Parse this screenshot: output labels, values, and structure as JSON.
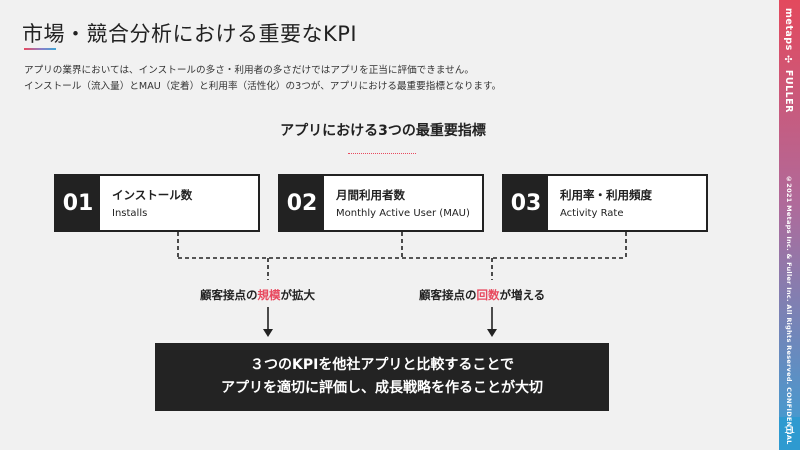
{
  "title": "市場・競合分析における重要なKPI",
  "description": [
    "アプリの業界においては、インストールの多さ・利用者の多さだけではアプリを正当に評価できません。",
    "インストール（流入量）とMAU（定着）と利用率（活性化）の3つが、アプリにおける最重要指標となります。"
  ],
  "subtitle": "アプリにおける3つの最重要指標",
  "kpis": [
    {
      "num": "01",
      "jp": "インストール数",
      "en": "Installs"
    },
    {
      "num": "02",
      "jp": "月間利用者数",
      "en": "Monthly Active User (MAU)"
    },
    {
      "num": "03",
      "jp": "利用率・利用頻度",
      "en": "Activity Rate"
    }
  ],
  "labels": {
    "left": {
      "pre": "顧客接点の",
      "hl": "規模",
      "post": "が拡大"
    },
    "right": {
      "pre": "顧客接点の",
      "hl": "回数",
      "post": "が増える"
    }
  },
  "result": {
    "line1": "３つのKPIを他社アプリと比較することで",
    "line2": "アプリを適切に評価し、成長戦略を作ることが大切"
  },
  "sidebar": {
    "brand": "metaps ✣ FULLER",
    "copyright": "©2021 Metaps Inc. & Fuller Inc. All Rights Reserved. CONFIDENTIAL",
    "page": "11"
  },
  "colors": {
    "accent": "#e84a5f",
    "dark": "#222222",
    "sidebar_top": "#e3495d",
    "sidebar_bottom": "#3a9fd5"
  }
}
